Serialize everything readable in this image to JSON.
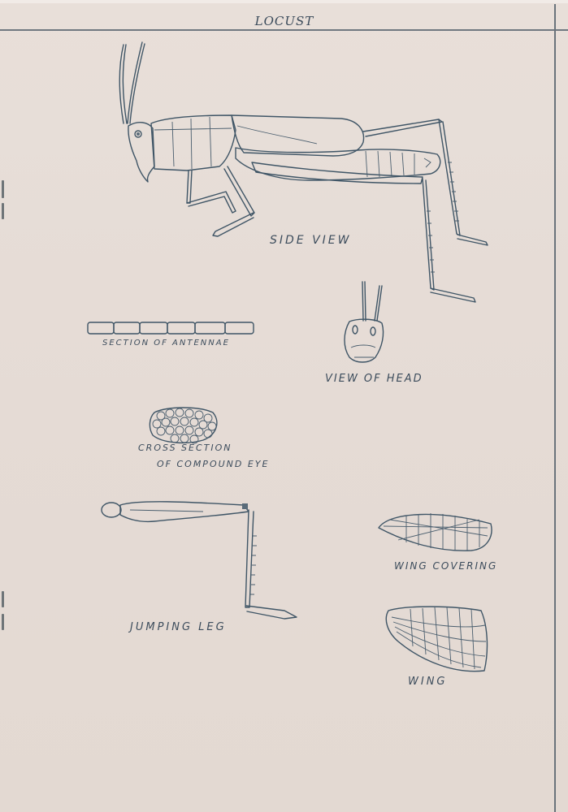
{
  "page": {
    "title": "LOCUST",
    "ink_color": "#3f5566",
    "paper_color": "#e6dcd6"
  },
  "figures": {
    "side_view": {
      "label": "SIDE VIEW"
    },
    "antennae": {
      "label": "SECTION OF ANTENNAE",
      "segments": 6
    },
    "head": {
      "label": "VIEW OF HEAD"
    },
    "compound_eye": {
      "label_line1": "CROSS SECTION",
      "label_line2": "OF COMPOUND EYE"
    },
    "jumping_leg": {
      "label": "JUMPING LEG"
    },
    "wing_covering": {
      "label": "WING COVERING"
    },
    "wing": {
      "label": "WING"
    }
  }
}
